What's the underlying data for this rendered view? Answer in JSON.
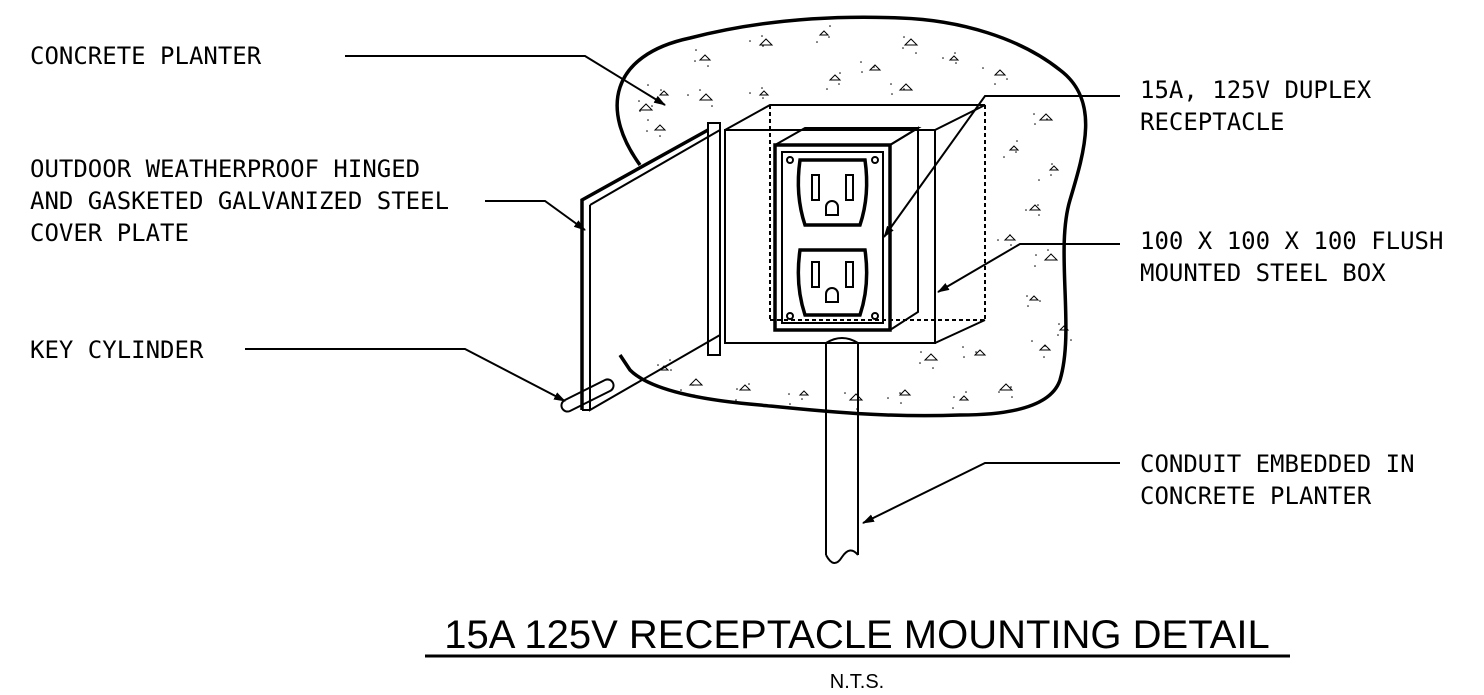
{
  "labels": {
    "concrete_planter": "CONCRETE PLANTER",
    "cover_plate": [
      "OUTDOOR WEATHERPROOF HINGED",
      "AND GASKETED GALVANIZED STEEL",
      "COVER PLATE"
    ],
    "key_cylinder": "KEY CYLINDER",
    "receptacle": [
      "15A, 125V DUPLEX",
      "RECEPTACLE"
    ],
    "steel_box": [
      "100 X 100 X 100 FLUSH",
      "MOUNTED STEEL BOX"
    ],
    "conduit": [
      "CONDUIT EMBEDDED IN",
      "CONCRETE PLANTER"
    ]
  },
  "title": "15A 125V RECEPTACLE MOUNTING DETAIL",
  "scale_note": "N.T.S."
}
